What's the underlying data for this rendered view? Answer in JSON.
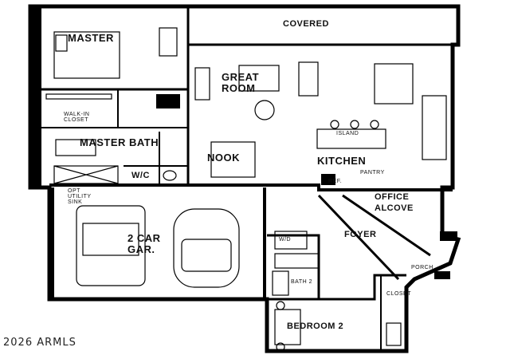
{
  "rooms": {
    "master": "MASTER",
    "covered": "COVERED",
    "great_room": "GREAT ROOM",
    "walk_in_closet": "WALK-IN CLOSET",
    "master_bath": "MASTER BATH",
    "wc": "W/C",
    "nook": "NOOK",
    "kitchen": "KITCHEN",
    "island": "ISLAND",
    "pantry": "PANTRY",
    "ref": "REF.",
    "opt_utility_sink": "OPT UTILITY SINK",
    "office_alcove": "OFFICE ALCOVE",
    "garage": "2 CAR GAR.",
    "foyer": "FOYER",
    "wd": "W/D",
    "porch": "PORCH",
    "bath2": "BATH 2",
    "closet": "CLOSET",
    "bedroom2": "BEDROOM 2"
  },
  "copyright": "2026 ARMLS"
}
